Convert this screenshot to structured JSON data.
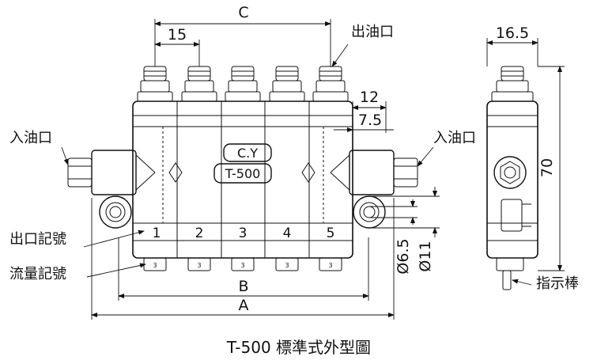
{
  "labels": {
    "dim_c": "C",
    "dim_15": "15",
    "dim_12": "12",
    "dim_7_5": "7.5",
    "dim_16_5": "16.5",
    "dim_70": "70",
    "dim_b": "B",
    "dim_a": "A",
    "dim_phi_6_5": "Ø6.5",
    "dim_phi_11": "Ø11",
    "outlet_top": "出油口",
    "inlet_left": "入油口",
    "inlet_right": "入油口",
    "outlet_mark": "出口記號",
    "flow_mark": "流量記號",
    "indicator_rod": "指示棒",
    "brand": "C.Y",
    "model": "T-500",
    "port_numbers": [
      "1",
      "2",
      "3",
      "4",
      "5"
    ],
    "flow_digits": [
      "3",
      "3",
      "3",
      "3",
      "3"
    ],
    "caption": "T-500 標準式外型圖"
  }
}
